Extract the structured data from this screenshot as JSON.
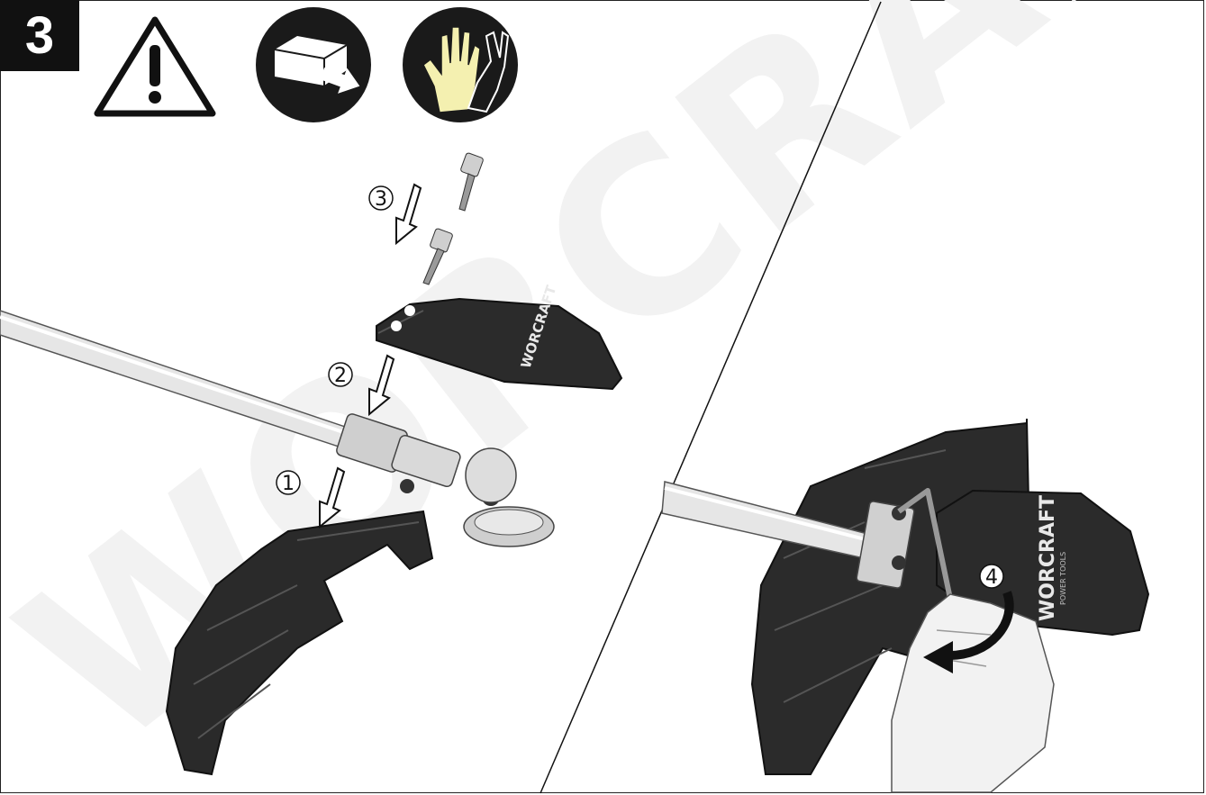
{
  "step": {
    "number": "3"
  },
  "watermark": {
    "text": "WORCRAFT"
  },
  "guard_brand": {
    "left": "WORCRAFT",
    "right": "WORCRAFT",
    "right_sub": "POWER TOOLS"
  },
  "callouts": {
    "step1": "1",
    "step2": "2",
    "step3": "3",
    "step4": "4"
  },
  "icons": [
    "warning-triangle-icon",
    "remove-battery-icon",
    "wear-gloves-icon"
  ],
  "colors": {
    "ink": "#111111",
    "icon_circle": "#1a1a1a",
    "glove": "#f4f0b0",
    "shaft": "#e6e6e6"
  }
}
